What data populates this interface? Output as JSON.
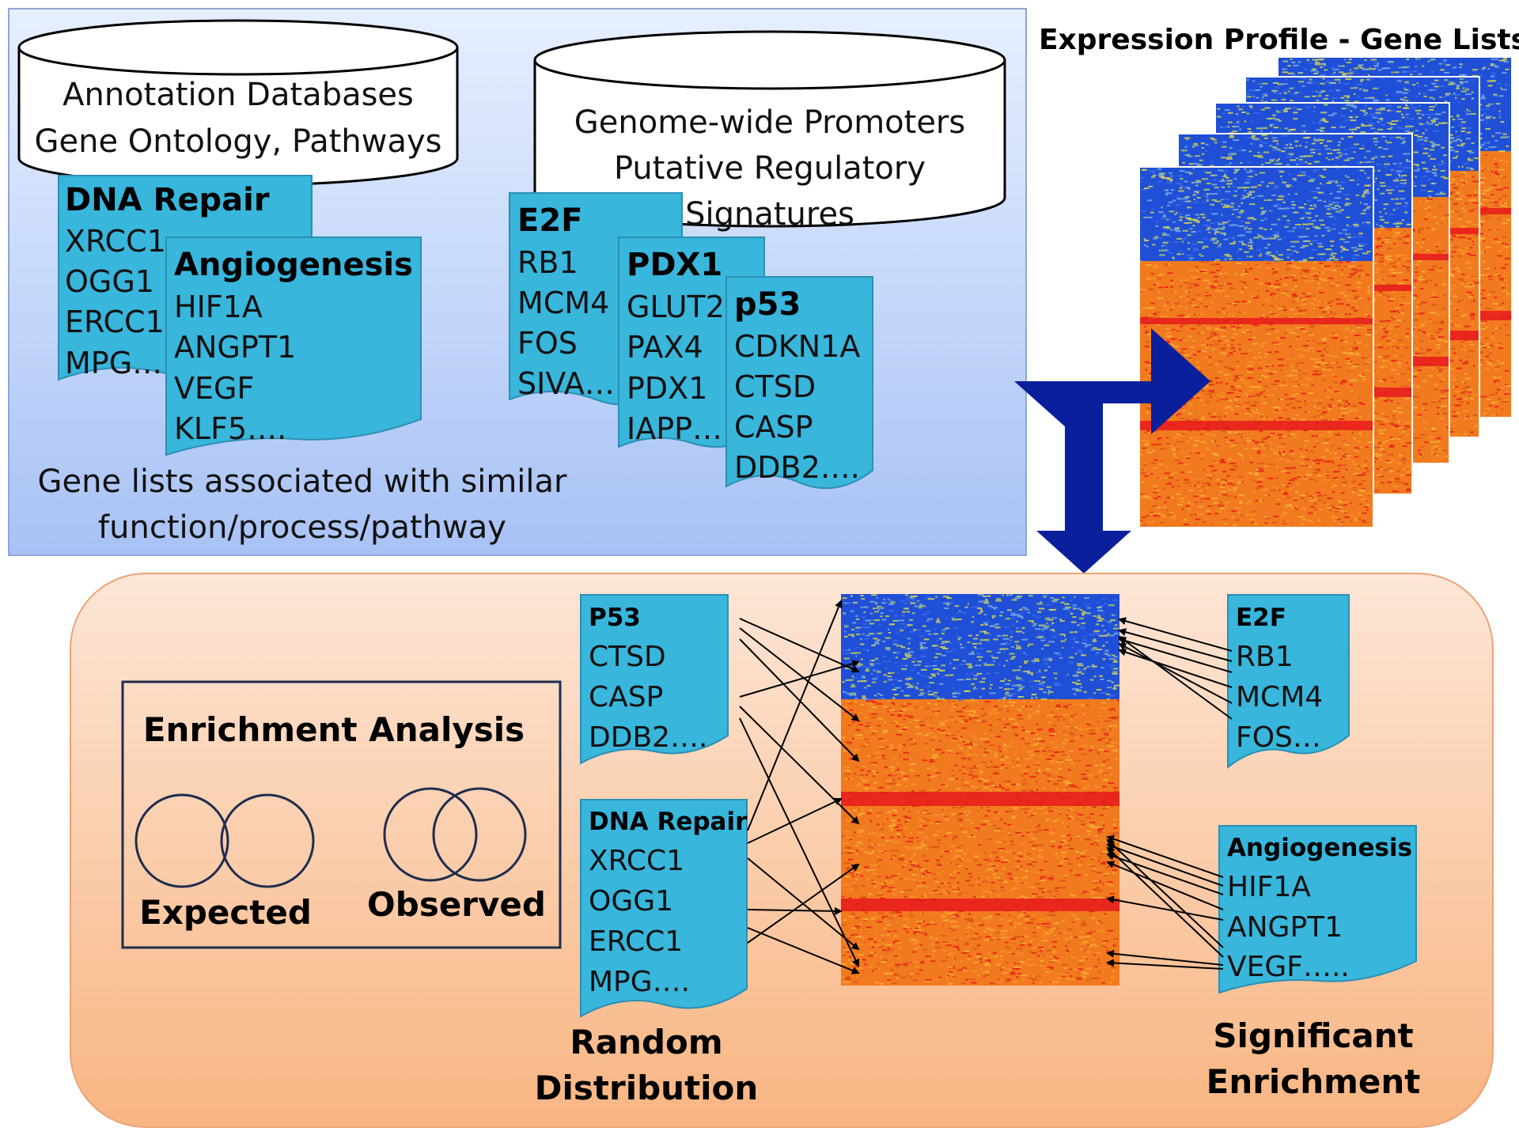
{
  "colors": {
    "doc_fill": "#38b6dc",
    "doc_stroke": "#2b8fb3",
    "top_panel_fill_top": "#e6efff",
    "top_panel_fill_bottom": "#a8c2f5",
    "bottom_panel_fill_top": "#fde6d6",
    "bottom_panel_fill_bottom": "#f8b582",
    "heat_blue": "#1f4fd6",
    "heat_orange": "#f27a1e",
    "heat_red": "#e8191c",
    "arrow_navy": "#0a1f9c"
  },
  "databases": {
    "annotation": {
      "line1": "Annotation Databases",
      "line2": "Gene Ontology, Pathways"
    },
    "promoters": {
      "line1": "Genome-wide Promoters",
      "line2": "Putative Regulatory",
      "line3": "Signatures"
    }
  },
  "gene_lists_top": {
    "dna_repair": {
      "title": "DNA Repair",
      "genes": [
        "XRCC1",
        "OGG1",
        "ERCC1",
        "MPG…."
      ]
    },
    "angiogenesis": {
      "title": "Angiogenesis",
      "genes": [
        "HIF1A",
        "ANGPT1",
        "VEGF",
        "KLF5…."
      ]
    },
    "e2f": {
      "title": "E2F",
      "genes": [
        "RB1",
        "MCM4",
        "FOS",
        "SIVA….."
      ]
    },
    "pdx1": {
      "title": "PDX1",
      "genes": [
        "GLUT2",
        "PAX4",
        "PDX1",
        "IAPP…."
      ]
    },
    "p53": {
      "title": "p53",
      "genes": [
        "CDKN1A",
        "CTSD",
        "CASP",
        "DDB2…."
      ]
    }
  },
  "top_caption": {
    "line1": "Gene lists associated with similar",
    "line2": "function/process/pathway"
  },
  "expression_title": "Expression Profile - Gene Lists",
  "enrichment": {
    "title": "Enrichment  Analysis",
    "expected": "Expected",
    "observed": "Observed"
  },
  "gene_lists_bottom": {
    "p53": {
      "title": "P53",
      "genes": [
        "CTSD",
        "CASP",
        "DDB2…."
      ]
    },
    "dna_repair": {
      "title": "DNA Repair",
      "genes": [
        "XRCC1",
        "OGG1",
        "ERCC1",
        "MPG…."
      ]
    },
    "e2f": {
      "title": "E2F",
      "genes": [
        "RB1",
        "MCM4",
        "FOS…"
      ]
    },
    "angiogenesis": {
      "title": "Angiogenesis",
      "genes": [
        "HIF1A",
        "ANGPT1",
        "VEGF….."
      ]
    }
  },
  "labels": {
    "random_line1": "Random",
    "random_line2": "Distribution",
    "significant_line1": "Significant",
    "significant_line2": "Enrichment"
  }
}
